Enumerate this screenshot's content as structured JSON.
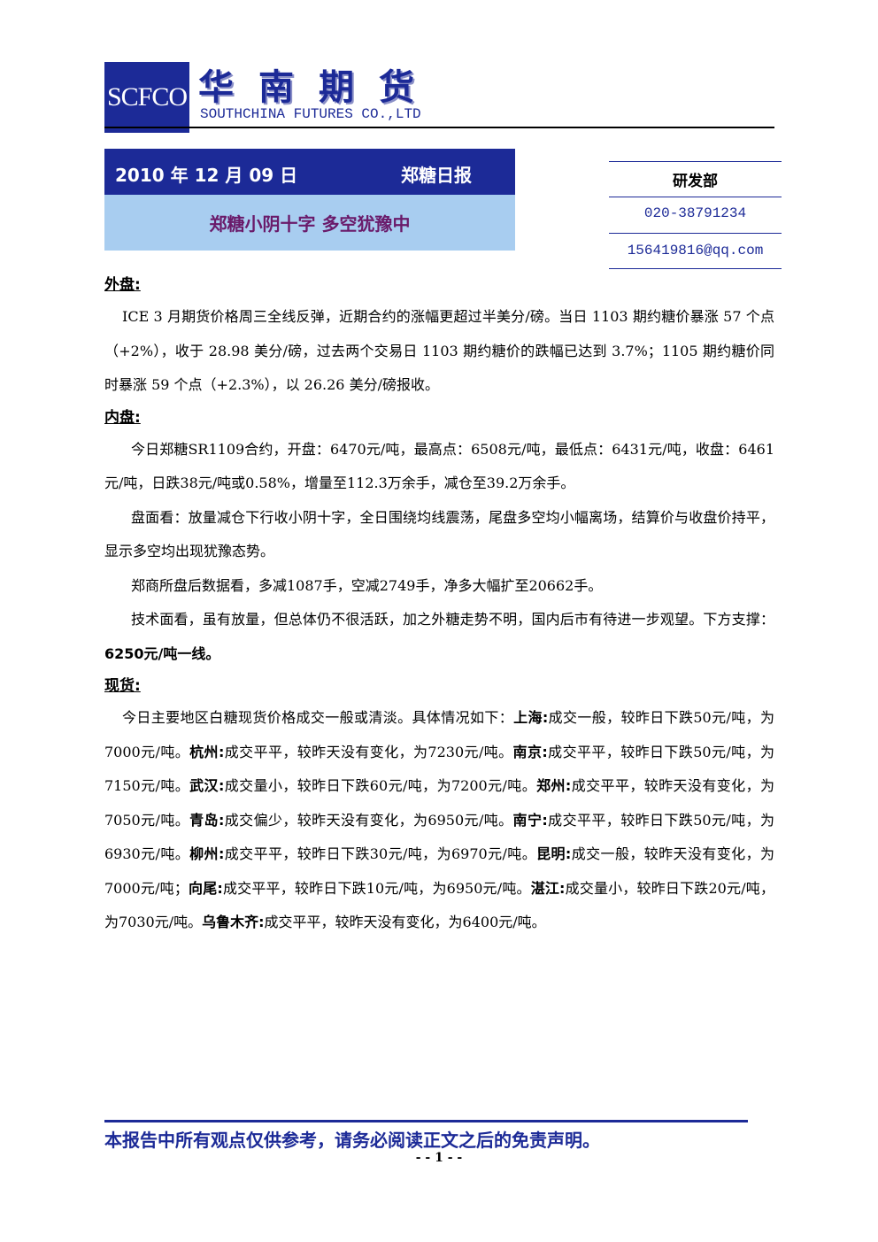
{
  "header": {
    "logo": "SCFCO",
    "company_cn": "华南期货",
    "company_en": "SOUTHCHINA FUTURES CO.,LTD"
  },
  "report": {
    "date": "2010 年 12 月 09 日",
    "type": "郑糖日报",
    "headline": "郑糖小阴十字  多空犹豫中"
  },
  "contact": {
    "dept": "研发部",
    "phone": "020-38791234",
    "email": "156419816@qq.com"
  },
  "sections": {
    "foreign": {
      "heading": "外盘:",
      "text": "ICE 3 月期货价格周三全线反弹，近期合约的涨幅更超过半美分/磅。当日 1103 期约糖价暴涨 57 个点（+2%），收于 28.98 美分/磅，过去两个交易日 1103 期约糖价的跌幅已达到 3.7%；1105 期约糖价同时暴涨 59 个点（+2.3%），以 26.26 美分/磅报收。"
    },
    "domestic": {
      "heading": "内盘:",
      "p1": "今日郑糖SR1109合约，开盘：6470元/吨，最高点：6508元/吨，最低点：6431元/吨，收盘：6461元/吨，日跌38元/吨或0.58%，增量至112.3万余手，减仓至39.2万余手。",
      "p2": "盘面看：放量减仓下行收小阴十字，全日围绕均线震荡，尾盘多空均小幅离场，结算价与收盘价持平，显示多空均出现犹豫态势。",
      "p3": "郑商所盘后数据看，多减1087手，空减2749手，净多大幅扩至20662手。",
      "p4": "技术面看，虽有放量，但总体仍不很活跃，加之外糖走势不明，国内后市有待进一步观望。下方支撑：",
      "p4_bold": "6250元/吨一线。"
    },
    "spot": {
      "heading": "现货:",
      "intro": "今日主要地区白糖现货价格成交一般或清淡。具体情况如下：",
      "cities": [
        {
          "name": "上海:",
          "text": "成交一般，较昨日下跌50元/吨，为7000元/吨。"
        },
        {
          "name": "杭州:",
          "text": "成交平平，较昨天没有变化，为7230元/吨。"
        },
        {
          "name": "南京:",
          "text": "成交平平，较昨日下跌50元/吨，为7150元/吨。"
        },
        {
          "name": "武汉:",
          "text": "成交量小，较昨日下跌60元/吨，为7200元/吨。"
        },
        {
          "name": "郑州:",
          "text": "成交平平，较昨天没有变化，为7050元/吨。"
        },
        {
          "name": "青岛:",
          "text": "成交偏少，较昨天没有变化，为6950元/吨。"
        },
        {
          "name": "南宁:",
          "text": "成交平平，较昨日下跌50元/吨，为6930元/吨。"
        },
        {
          "name": "柳州:",
          "text": "成交平平，较昨日下跌30元/吨，为6970元/吨。"
        },
        {
          "name": "昆明:",
          "text": "成交一般，较昨天没有变化，为7000元/吨；"
        },
        {
          "name": "向尾:",
          "text": "成交平平，较昨日下跌10元/吨，为6950元/吨。"
        },
        {
          "name": "湛江:",
          "text": "成交量小，较昨日下跌20元/吨，为7030元/吨。"
        },
        {
          "name": "乌鲁木齐:",
          "text": "成交平平，较昨天没有变化，为6400元/吨。"
        }
      ]
    }
  },
  "footer": {
    "disclaimer": "本报告中所有观点仅供参考，请务必阅读正文之后的免责声明。",
    "page": "- - 1 - -"
  }
}
